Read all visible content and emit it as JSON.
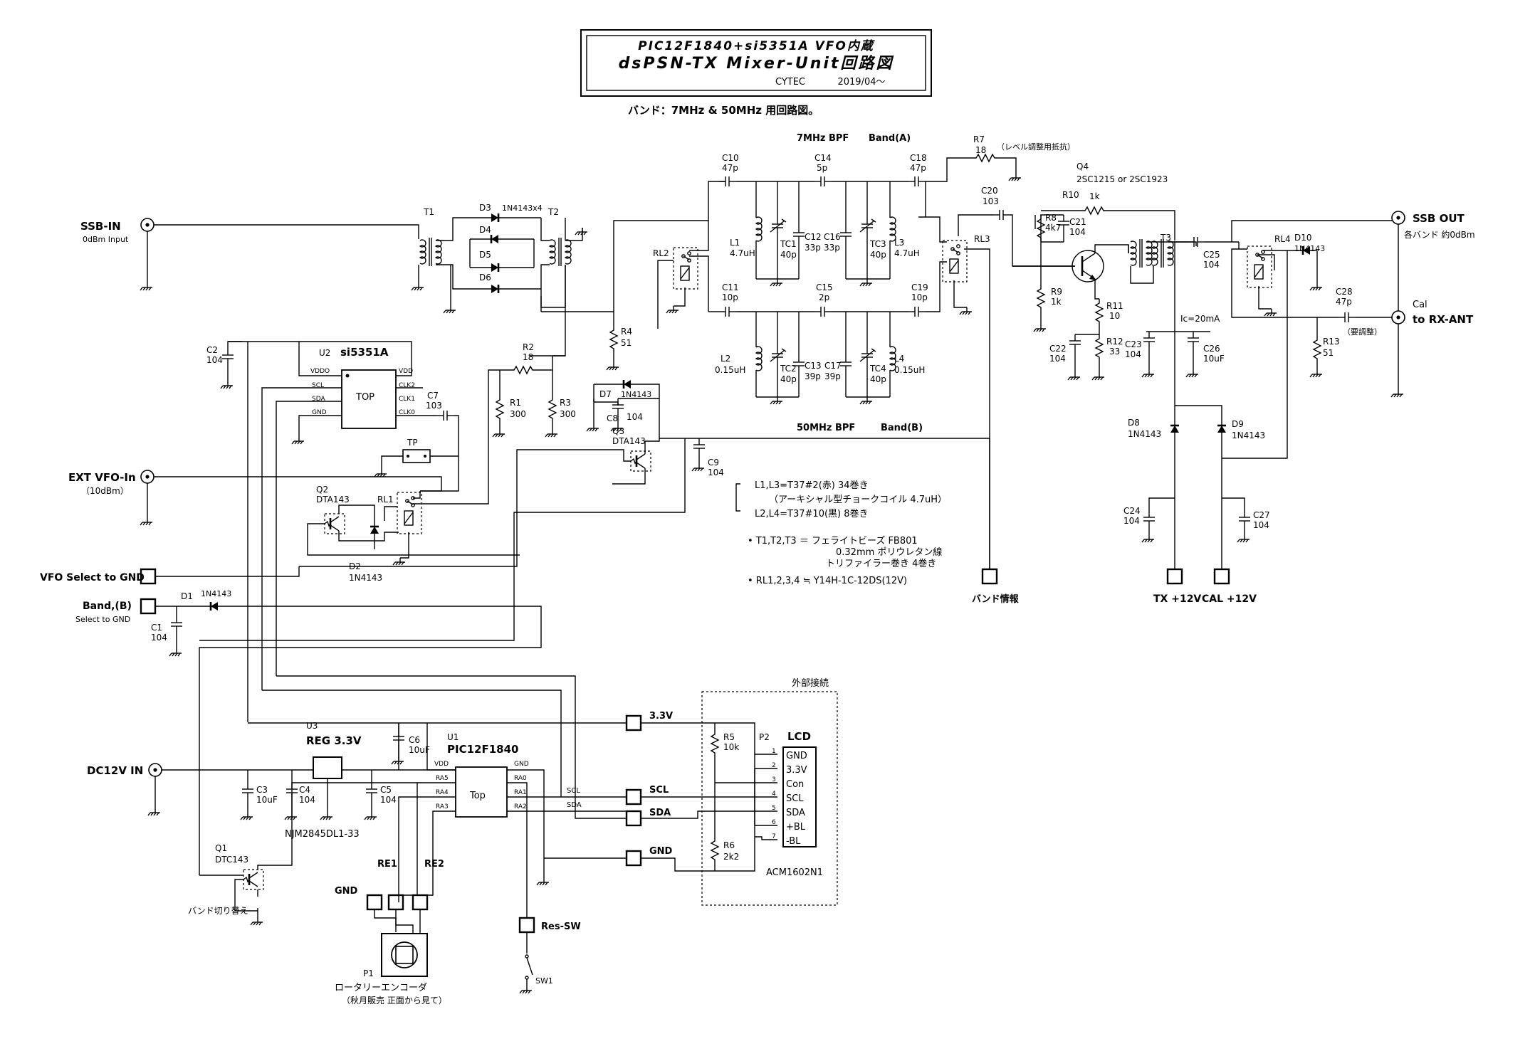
{
  "title": {
    "line1": "PIC12F1840+si5351A VFO内蔵",
    "line2": "dsPSN-TX Mixer-Unit回路図",
    "company": "CYTEC",
    "date": "2019/04～",
    "subtitle": "バンド：7MHz & 50MHz 用回路図。"
  },
  "band_a": {
    "title": "7MHz BPF",
    "label": "Band(A)"
  },
  "band_b": {
    "title": "50MHz BPF",
    "label": "Band(B)"
  },
  "r7_note": "（レベル調整用抵抗）",
  "ports": {
    "ssb_in": "SSB-IN",
    "ssb_in_sub": "0dBm Input",
    "ext_vfo": "EXT VFO-In",
    "ext_vfo_sub": "（10dBm）",
    "vfo_select": "VFO Select to GND",
    "band_b": "Band,(B)",
    "band_b_sub": "Select to GND",
    "dc12v": "DC12V IN",
    "ssb_out": "SSB OUT",
    "ssb_out_sub": "各バンド 約0dBm",
    "cal": "Cal",
    "cal_sub": "to RX-ANT",
    "band_info": "バンド情報",
    "tx12": "TX +12V",
    "cal12": "CAL +12V",
    "v33": "3.3V",
    "scl": "SCL",
    "sda": "SDA",
    "gnd": "GND",
    "res_sw": "Res-SW",
    "re1": "RE1",
    "re2": "RE2",
    "enc_gnd": "GND",
    "band_switch": "バンド切り替え",
    "ext_conn": "外部接続",
    "lcd": "LCD",
    "lcd_part": "ACM1602N1",
    "encoder": "ロータリーエンコーダ",
    "encoder_sub": "（秋月販売 正面から見て）",
    "tp": "TP",
    "ic": "Ic=20mA",
    "adjust": "（要調整）"
  },
  "lcd_pins": [
    "GND",
    "3.3V",
    "Con",
    "SCL",
    "SDA",
    "+BL",
    "-BL"
  ],
  "ics": {
    "u2": {
      "ref": "U2",
      "name": "si5351A",
      "top": "TOP",
      "pins_l": [
        "VDDO",
        "SCL",
        "SDA",
        "GND"
      ],
      "pins_r": [
        "VDD",
        "CLK2",
        "CLK1",
        "CLK0"
      ]
    },
    "u1": {
      "ref": "U1",
      "name": "PIC12F1840",
      "top": "Top",
      "pins_l": [
        "VDD",
        "RA5",
        "RA4",
        "RA3"
      ],
      "pins_r": [
        "GND",
        "RA0",
        "RA1",
        "RA2"
      ]
    },
    "u3": {
      "ref": "U3",
      "name": "REG 3.3V",
      "part": "NJM2845DL1-33"
    }
  },
  "notes": [
    "L1,L3=T37#2(赤) 34巻き",
    "（アーキシャル型チョークコイル 4.7uH）",
    "L2,L4=T37#10(黒) 8巻き",
    "• T1,T2,T3 ＝ フェライトビーズ FB801",
    "0.32mm ポリウレタン線",
    "トリファイラー巻き 4巻き",
    "• RL1,2,3,4 ≒ Y14H-1C-12DS(12V)"
  ],
  "components": {
    "T1": "T1",
    "T2": "T2",
    "T3": "T3",
    "D3": "D3",
    "D3v": "1N4143x4",
    "D4": "D4",
    "D5": "D5",
    "D6": "D6",
    "D7": "D7",
    "D7v": "1N4143",
    "D1": "D1",
    "D1v": "1N4143",
    "D2": "D2",
    "D2v": "1N4143",
    "D8": "D8",
    "D8v": "1N4143",
    "D9": "D9",
    "D9v": "1N4143",
    "D10": "D10",
    "D10v": "1N4143",
    "C10": "C10",
    "C10v": "47p",
    "C14": "C14",
    "C14v": "5p",
    "C18": "C18",
    "C18v": "47p",
    "C11": "C11",
    "C11v": "10p",
    "C15": "C15",
    "C15v": "2p",
    "C19": "C19",
    "C19v": "10p",
    "C12": "C12",
    "C12v": "33p",
    "C16": "C16",
    "C16v": "33p",
    "C13": "C13",
    "C13v": "39p",
    "C17": "C17",
    "C17v": "39p",
    "TC1": "TC1",
    "TC1v": "40p",
    "TC2": "TC2",
    "TC2v": "40p",
    "TC3": "TC3",
    "TC3v": "40p",
    "TC4": "TC4",
    "TC4v": "40p",
    "L1": "L1",
    "L1v": "4.7uH",
    "L2": "L2",
    "L2v": "0.15uH",
    "L3": "L3",
    "L3v": "4.7uH",
    "L4": "L4",
    "L4v": "0.15uH",
    "R7": "R7",
    "R7v": "18",
    "R4": "R4",
    "R4v": "51",
    "R2": "R2",
    "R2v": "18",
    "R1": "R1",
    "R1v": "300",
    "R3": "R3",
    "R3v": "300",
    "C20": "C20",
    "C20v": "103",
    "Q4": "Q4",
    "Q4v": "2SC1215 or 2SC1923",
    "R10": "R10",
    "R10v": "1k",
    "R8": "R8",
    "R8v": "4k7",
    "C21": "C21",
    "C21v": "104",
    "R9": "R9",
    "R9v": "1k",
    "R11": "R11",
    "R11v": "10",
    "R12": "R12",
    "R12v": "33",
    "C22": "C22",
    "C22v": "104",
    "C23": "C23",
    "C23v": "104",
    "C26": "C26",
    "C26v": "10uF",
    "C25": "C25",
    "C25v": "104",
    "C28": "C28",
    "C28v": "47p",
    "R13": "R13",
    "R13v": "51",
    "C24": "C24",
    "C24v": "104",
    "C27": "C27",
    "C27v": "104",
    "RL1": "RL1",
    "RL2": "RL2",
    "RL3": "RL3",
    "RL4": "RL4",
    "C2": "C2",
    "C2v": "104",
    "C7": "C7",
    "C7v": "103",
    "C8": "C8",
    "C8v": "104",
    "C9": "C9",
    "C9v": "104",
    "Q2": "Q2",
    "Q2v": "DTA143",
    "Q3": "Q3",
    "Q3v": "DTA143",
    "Q1": "Q1",
    "Q1v": "DTC143",
    "C1": "C1",
    "C1v": "104",
    "C3": "C3",
    "C3v": "10uF",
    "C4": "C4",
    "C4v": "104",
    "C5": "C5",
    "C5v": "104",
    "C6": "C6",
    "C6v": "10uF",
    "R5": "R5",
    "R5v": "10k",
    "R6": "R6",
    "R6v": "2k2",
    "P2": "P2",
    "P1": "P1",
    "SW1": "SW1"
  }
}
